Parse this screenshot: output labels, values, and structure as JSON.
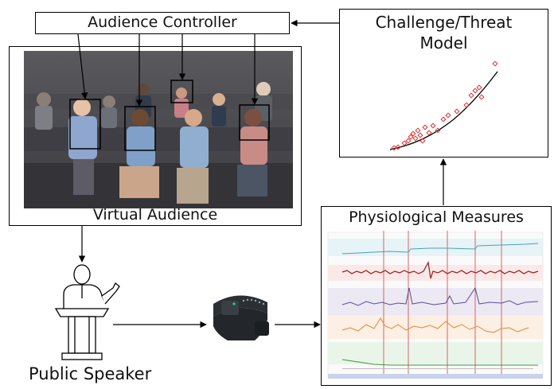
{
  "audience_controller": {
    "label": "Audience Controller"
  },
  "threat_model": {
    "line1": "Challenge/Threat",
    "line2": "Model"
  },
  "virtual_audience": {
    "label": "Virtual Audience"
  },
  "physio": {
    "label": "Physiological Measures"
  },
  "speaker": {
    "label": "Public Speaker"
  },
  "colors": {
    "scatter_points": "#e03030",
    "fit_line": "#000000",
    "trace_blue": "#4aa3b8",
    "trace_red": "#9b1b1b",
    "trace_purple": "#5a4f8a",
    "trace_orange": "#e0893a",
    "trace_green": "#3a9a3a",
    "event_lines": "#d04040"
  },
  "icons": [
    "person-icon",
    "podium-icon",
    "wristband-icon",
    "audience-scene-image",
    "physiological-signal-plot"
  ]
}
